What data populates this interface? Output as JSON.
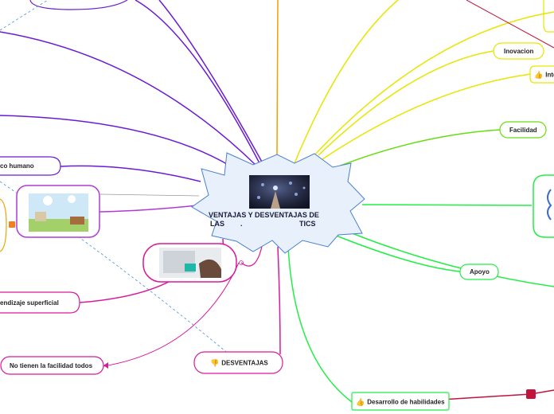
{
  "central_topic": {
    "title_line1": "VENTAJAS Y DESVENTAJAS DE",
    "title_line2_left": "LAS",
    "title_line2_right": "TICS",
    "image_icon": "digital-network-hand-icon"
  },
  "nodes": {
    "innovacion": "Inovacion",
    "inte_partial": "Inte",
    "facilidad": "Facilidad",
    "apoyo": "Apoyo",
    "desarrollo": "Desarrollo de habilidades",
    "desventajas": "DESVENTAJAS",
    "no_tienen": "No tienen la facilidad todos",
    "aprendizaje_partial": "endizaje superficial",
    "contacto_partial": "co humano"
  },
  "icons": {
    "thumbs_up": "👍",
    "thumbs_down": "👎"
  },
  "colors": {
    "purple": "#6a1bd6",
    "magenta": "#d81b9a",
    "yellow": "#e6e600",
    "green": "#66dd11",
    "bright_green": "#22ee44",
    "orange": "#f0a000",
    "dark_red": "#c0143c",
    "center_fill": "#e8f1fb",
    "center_stroke": "#4a7fd0"
  }
}
